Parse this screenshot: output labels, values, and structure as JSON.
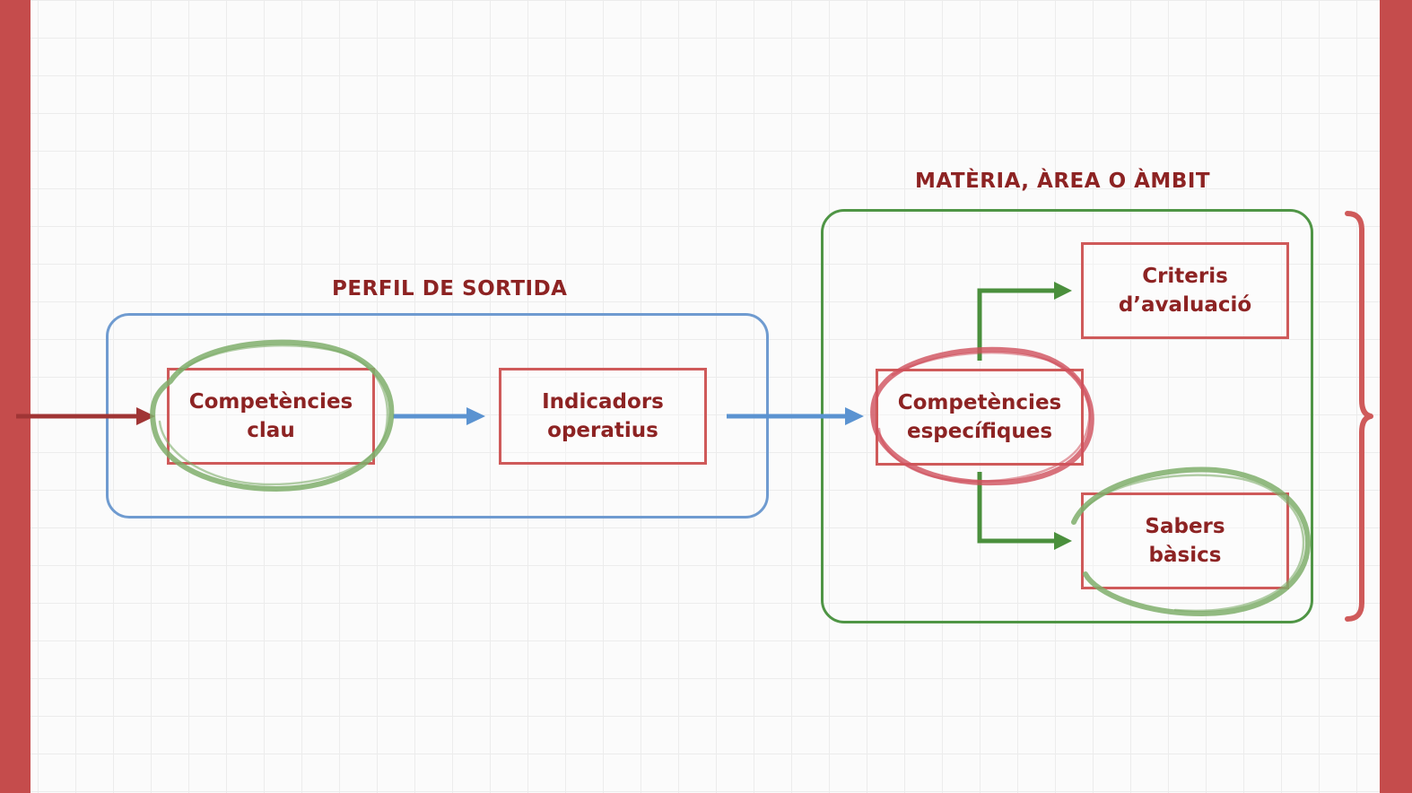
{
  "groups": {
    "perfil": {
      "title": "PERFIL DE SORTIDA"
    },
    "materia": {
      "title": "MATÈRIA, ÀREA O ÀMBIT"
    }
  },
  "nodes": {
    "competencies_clau": {
      "line1": "Competències",
      "line2": "clau"
    },
    "indicadors_operatius": {
      "line1": "Indicadors",
      "line2": "operatius"
    },
    "competencies_especifiques": {
      "line1": "Competències",
      "line2": "específiques"
    },
    "criteris_avaluacio": {
      "line1": "Criteris",
      "line2": "d’avaluació"
    },
    "sabers_basics": {
      "line1": "Sabers",
      "line2": "bàsics"
    }
  },
  "colors": {
    "edge_bar": "#c54c4c",
    "title_text": "#8d2323",
    "node_border": "#cf5a5a",
    "perfil_frame": "#6f9bd0",
    "materia_frame": "#4f9545",
    "highlight_green": "#7fae6b",
    "highlight_red": "#d0505c",
    "arrow_dark_red": "#a03535",
    "arrow_blue": "#5b93d1",
    "arrow_green": "#4a8f3c",
    "brace": "#cf5a5a"
  },
  "connections": [
    {
      "from": "outside",
      "to": "competencies_clau",
      "style": "arrow_dark_red"
    },
    {
      "from": "competencies_clau",
      "to": "indicadors_operatius",
      "style": "arrow_blue"
    },
    {
      "from": "indicadors_operatius",
      "to": "competencies_especifiques",
      "style": "arrow_blue"
    },
    {
      "from": "competencies_especifiques",
      "to": "criteris_avaluacio",
      "style": "arrow_green"
    },
    {
      "from": "competencies_especifiques",
      "to": "sabers_basics",
      "style": "arrow_green"
    }
  ],
  "highlights": [
    {
      "node": "competencies_clau",
      "color": "highlight_green"
    },
    {
      "node": "competencies_especifiques",
      "color": "highlight_red"
    },
    {
      "node": "sabers_basics",
      "color": "highlight_green"
    }
  ]
}
